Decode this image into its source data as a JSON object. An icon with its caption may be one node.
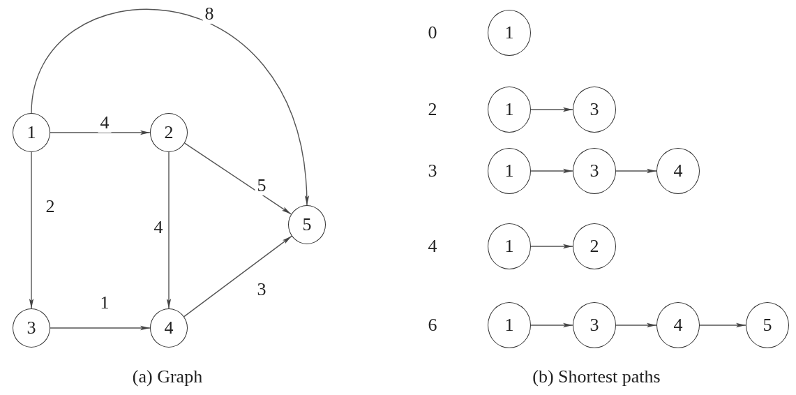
{
  "diagram": {
    "nodes": [
      {
        "text": [
          "1"
        ]
      },
      {
        "text": [
          "2"
        ]
      },
      {
        "text": [
          "3"
        ]
      },
      {
        "text": [
          "4"
        ]
      },
      {
        "text": [
          "5"
        ]
      },
      {
        "text": [
          "1"
        ]
      },
      {
        "text": [
          "1"
        ]
      },
      {
        "text": [
          "3"
        ]
      },
      {
        "text": [
          "1"
        ]
      },
      {
        "text": [
          "3"
        ]
      },
      {
        "text": [
          "4"
        ]
      },
      {
        "text": [
          "1"
        ]
      },
      {
        "text": [
          "2"
        ]
      },
      {
        "text": [
          "1"
        ]
      },
      {
        "text": [
          "3"
        ]
      },
      {
        "text": [
          "4"
        ]
      },
      {
        "text": [
          "5"
        ]
      }
    ],
    "edges": [
      {
        "from": 0,
        "to": 1,
        "arrow": "to",
        "label": "4"
      },
      {
        "from": 0,
        "to": 2,
        "arrow": "to",
        "label": "2"
      },
      {
        "from": 1,
        "to": 3,
        "arrow": "to",
        "label": "4"
      },
      {
        "from": 2,
        "to": 3,
        "arrow": "to",
        "label": "1"
      },
      {
        "from": 1,
        "to": 4,
        "arrow": "to",
        "label": "5"
      },
      {
        "from": 3,
        "to": 4,
        "arrow": "to",
        "label": "3"
      },
      {
        "from": 0,
        "to": 4,
        "arrow": "to",
        "label": "8"
      },
      {
        "from": 6,
        "to": 7,
        "arrow": "to"
      },
      {
        "from": 8,
        "to": 9,
        "arrow": "to"
      },
      {
        "from": 9,
        "to": 10,
        "arrow": "to"
      },
      {
        "from": 11,
        "to": 12,
        "arrow": "to"
      },
      {
        "from": 13,
        "to": 14,
        "arrow": "to"
      },
      {
        "from": 14,
        "to": 15,
        "arrow": "to"
      },
      {
        "from": 15,
        "to": 16,
        "arrow": "to"
      }
    ],
    "labels": [
      "0",
      "2",
      "3",
      "4",
      "6",
      "(a) Graph",
      "(b) Shortest paths"
    ]
  }
}
